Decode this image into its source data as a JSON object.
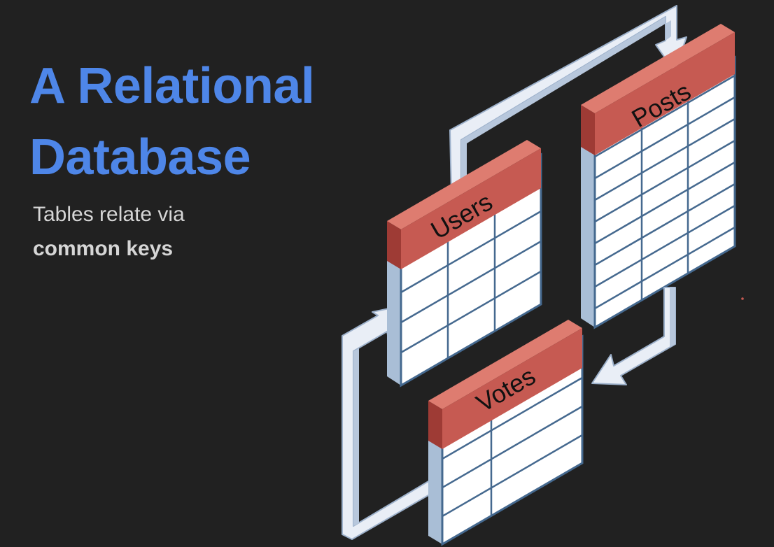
{
  "slide": {
    "title_line1": "A Relational",
    "title_line2": "Database",
    "subtitle_line1": "Tables relate via",
    "subtitle_line2": "common keys"
  },
  "diagram": {
    "tables": {
      "users": "Users",
      "posts": "Posts",
      "votes": "Votes"
    },
    "colors": {
      "background": "#212121",
      "title": "#4e86e8",
      "header_front": "#c65a52",
      "header_top": "#de7c70",
      "header_side": "#9e3b35",
      "table_body": "#ffffff",
      "table_lines": "#45698f",
      "table_side": "#a9bed6",
      "arrow_fill": "#e9eef6",
      "arrow_edge": "#9db1cb"
    },
    "arrows": [
      {
        "from": "Users",
        "to": "Posts"
      },
      {
        "from": "Posts",
        "to": "Votes"
      },
      {
        "from": "Votes",
        "to": "Users"
      }
    ]
  }
}
